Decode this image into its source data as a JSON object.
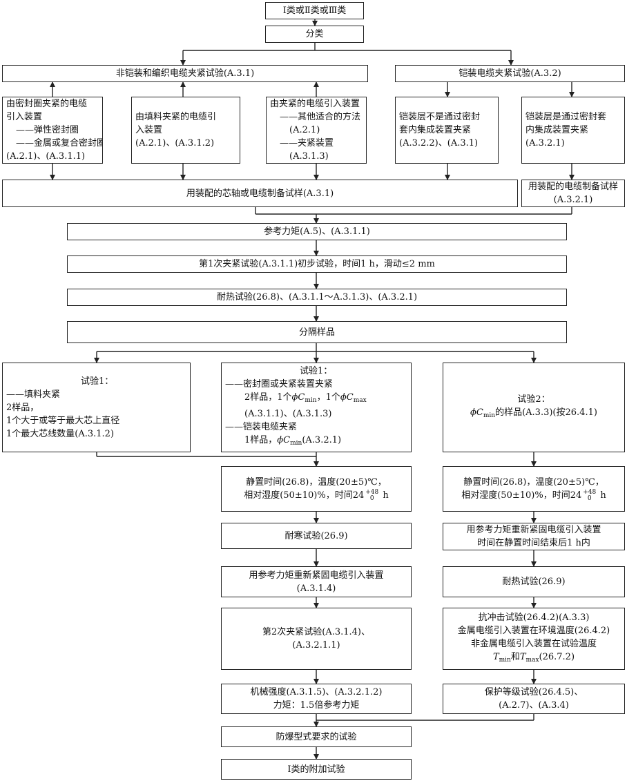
{
  "nodes": {
    "class_select": {
      "lines": [
        "Ⅰ类或Ⅱ类或Ⅲ类"
      ]
    },
    "classify": {
      "lines": [
        "分类"
      ]
    },
    "nonarmored": {
      "lines": [
        "非铠装和编织电缆夹紧试验(A.3.1)"
      ]
    },
    "armored": {
      "lines": [
        "铠装电缆夹紧试验(A.3.2)"
      ]
    },
    "seal_ring": {
      "lines": [
        "由密封圈夹紧的电缆",
        "引入装置",
        "——弹性密封圈",
        "——金属或复合密封圈",
        "(A.2.1)、(A.3.1.1)"
      ]
    },
    "filler": {
      "lines": [
        "由填料夹紧的电缆引",
        "入装置",
        "(A.2.1)、(A.3.1.2)"
      ]
    },
    "other_clamp": {
      "lines": [
        "由夹紧的电缆引入装置",
        "——其他适合的方法",
        "(A.2.1)",
        "——夹紧装置",
        "(A.3.1.3)"
      ]
    },
    "armor_not_seal": {
      "lines": [
        "铠装层不是通过密封",
        "套内集成装置夹紧",
        "(A.3.2.2)、(A.3.1)"
      ]
    },
    "armor_seal": {
      "lines": [
        "铠装层是通过密封套",
        "内集成装置夹紧",
        "(A.3.2.1)"
      ]
    },
    "prep_mandrel": {
      "lines": [
        "用装配的芯轴或电缆制备试样(A.3.1)"
      ]
    },
    "prep_cable": {
      "lines": [
        "用装配的电缆制备试样",
        "(A.3.2.1)"
      ]
    },
    "ref_torque": {
      "lines": [
        "参考力矩(A.5)、(A.3.1.1)"
      ]
    },
    "first_clamp": {
      "lines": [
        "第1次夹紧试验(A.3.1.1)初步试验，时间1 h，滑动≤2 mm"
      ]
    },
    "heat_resist": {
      "lines": [
        "耐热试验(26.8)、(A.3.1.1～A.3.1.3)、(A.3.2.1)"
      ]
    },
    "separate": {
      "lines": [
        "分隔样品"
      ]
    },
    "testA": {
      "title": "试验1：",
      "l1": "——填料夹紧",
      "l2": "2样品，",
      "l3": "1个大于或等于最大芯上直径",
      "l4": "1个最大芯线数量(A.3.1.2)"
    },
    "testB": {
      "title": "试验1：",
      "l1": "——密封圈或夹紧装置夹紧",
      "l2_pre": "2样品，1个",
      "l2_mid": "，1个",
      "l3": "(A.3.1.1)、(A.3.1.3)",
      "l4": "——铠装电缆夹紧",
      "l5_pre": "1样品，",
      "l5_post": "(A.3.2.1)",
      "phi": "ϕ",
      "c": "C",
      "min": "min",
      "max": "max"
    },
    "testC": {
      "title": "试验2：",
      "phi": "ϕ",
      "c": "C",
      "min": "min",
      "post": "的样品(A.3.3)(按26.4.1)"
    },
    "rest_left": {
      "l1": "静置时间(26.8)，温度(20±5)℃，",
      "l2_pre": "相对湿度(50±10)%，时间24",
      "sup": "+48",
      "subv": "0",
      "l2_post": " h"
    },
    "rest_right": {
      "l1": "静置时间(26.8)，温度(20±5)℃，",
      "l2_pre": "相对湿度(50±10)%，时间24",
      "sup": "+48",
      "subv": "0",
      "l2_post": " h"
    },
    "cold_resist": {
      "lines": [
        "耐寒试验(26.9)"
      ]
    },
    "retighten_left": {
      "lines": [
        "用参考力矩重新紧固电缆引入装置",
        "(A.3.1.4)"
      ]
    },
    "retighten_right": {
      "lines": [
        "用参考力矩重新紧固电缆引入装置",
        "时间在静置时间结束后1 h内"
      ]
    },
    "second_clamp": {
      "lines": [
        "第2次夹紧试验(A.3.1.4)、",
        "(A.3.2.1.1)"
      ]
    },
    "heat_resist2": {
      "lines": [
        "耐热试验(26.9)"
      ]
    },
    "impact": {
      "l1": "抗冲击试验(26.4.2)(A.3.3)",
      "l2": "金属电缆引入装置在环境温度(26.4.2)",
      "l3": "非金属电缆引入装置在试验温度",
      "t": "T",
      "min": "min",
      "and": "和",
      "max": "max",
      "l4_post": "(26.7.2)"
    },
    "mech": {
      "lines": [
        "机械强度(A.3.1.5)、(A.3.2.1.2)",
        "力矩：1.5倍参考力矩"
      ]
    },
    "ip_test": {
      "lines": [
        "保护等级试验(26.4.5)、",
        "(A.2.7)、(A.3.4)"
      ]
    },
    "explosion": {
      "lines": [
        "防爆型式要求的试验"
      ]
    },
    "class1_extra": {
      "lines": [
        "Ⅰ类的附加试验"
      ]
    }
  }
}
